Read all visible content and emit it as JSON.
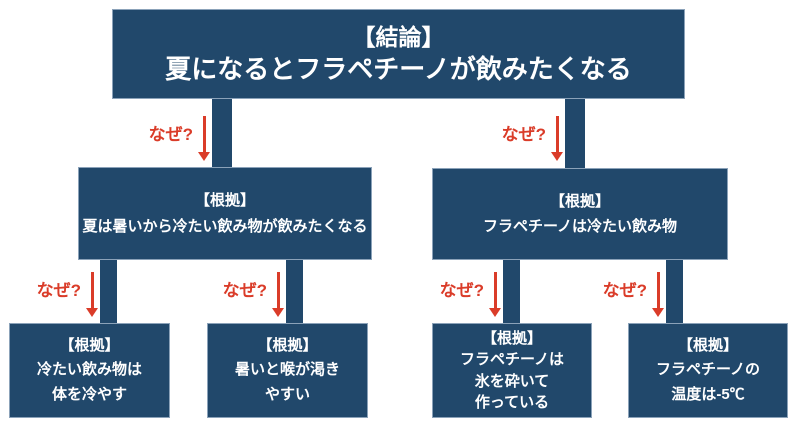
{
  "colors": {
    "box_fill": "#21486B",
    "box_border": "#8BA2B9",
    "box_text": "#FFFFFF",
    "accent_red": "#DA3C29",
    "background": "#FFFFFF"
  },
  "why_label": "なぜ?",
  "conclusion": {
    "tag": "【結論】",
    "text": "夏になるとフラペチーノが飲みたくなる"
  },
  "level1": [
    {
      "tag": "【根拠】",
      "text": "夏は暑いから冷たい飲み物が飲みたくなる"
    },
    {
      "tag": "【根拠】",
      "text": "フラペチーノは冷たい飲み物"
    }
  ],
  "level2": [
    {
      "tag": "【根拠】",
      "lines": [
        "冷たい飲み物は",
        "体を冷やす"
      ]
    },
    {
      "tag": "【根拠】",
      "lines": [
        "暑いと喉が渇き",
        "やすい"
      ]
    },
    {
      "tag": "【根拠】",
      "lines": [
        "フラペチーノは",
        "氷を砕いて",
        "作っている"
      ]
    },
    {
      "tag": "【根拠】",
      "lines": [
        "フラペチーノの",
        "温度は-5℃"
      ]
    }
  ]
}
